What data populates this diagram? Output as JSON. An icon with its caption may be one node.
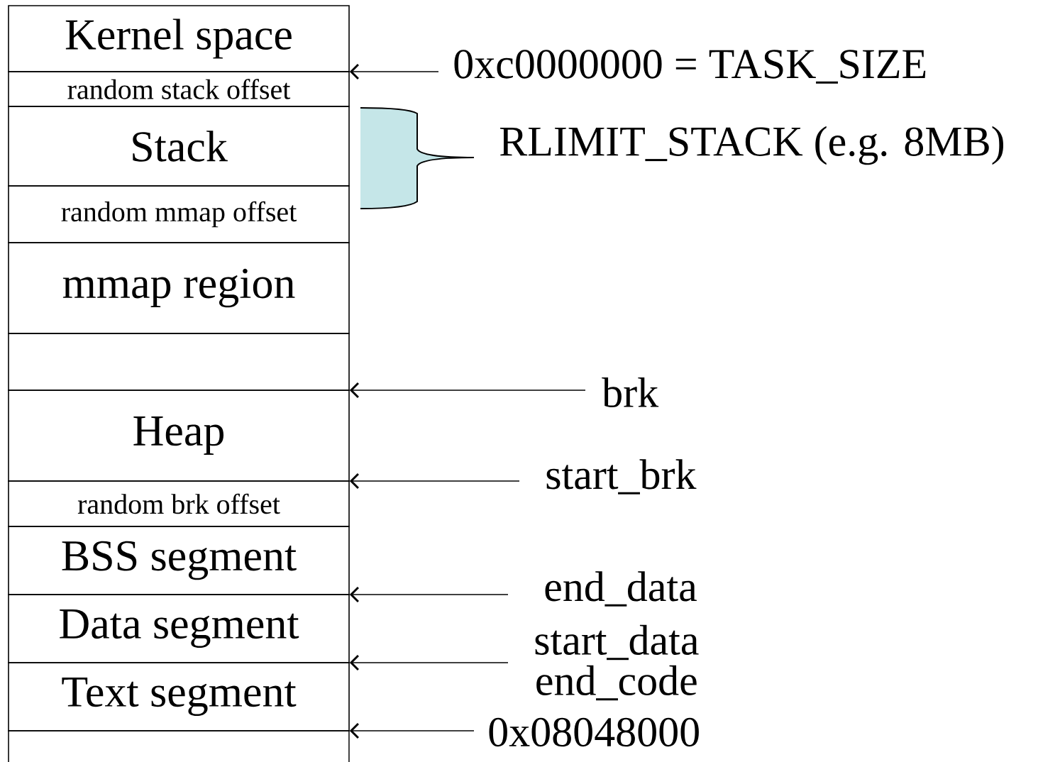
{
  "diagram": {
    "nodes": [
      {
        "text": [
          "Kernel space"
        ]
      },
      {
        "text": [
          "random stack offset"
        ]
      },
      {
        "text": [
          "Stack"
        ]
      },
      {
        "text": [
          "random mmap offset"
        ]
      },
      {
        "text": [
          "mmap region"
        ]
      },
      {
        "text": [],
        "shape": "box"
      },
      {
        "text": [
          "Heap"
        ]
      },
      {
        "text": [
          "random brk offset"
        ]
      },
      {
        "text": [
          "BSS segment"
        ]
      },
      {
        "text": [
          "Data segment"
        ]
      },
      {
        "text": [
          "Text segment"
        ]
      },
      {
        "text": [],
        "shape": "box"
      },
      {
        "text": [
          "0xc0000000 = TASK_SIZE"
        ]
      },
      {
        "text": [
          "brk"
        ]
      },
      {
        "text": [
          "start_brk"
        ]
      },
      {
        "text": [
          "end_data"
        ]
      },
      {
        "text": [
          "start_data",
          "end_code"
        ]
      },
      {
        "text": [
          "0x08048000"
        ]
      }
    ],
    "edges": [
      {
        "from": 12,
        "to": 1,
        "arrow": "to"
      },
      {
        "from": 13,
        "to": 5,
        "arrow": "to"
      },
      {
        "from": 14,
        "to": 7,
        "arrow": "to"
      },
      {
        "from": 15,
        "to": 8,
        "arrow": "to"
      },
      {
        "from": 16,
        "to": 9,
        "arrow": "to"
      },
      {
        "from": 17,
        "to": 11,
        "arrow": "to"
      }
    ],
    "labels": [
      "RLIMIT_STACK (e.g. 8MB)"
    ]
  }
}
